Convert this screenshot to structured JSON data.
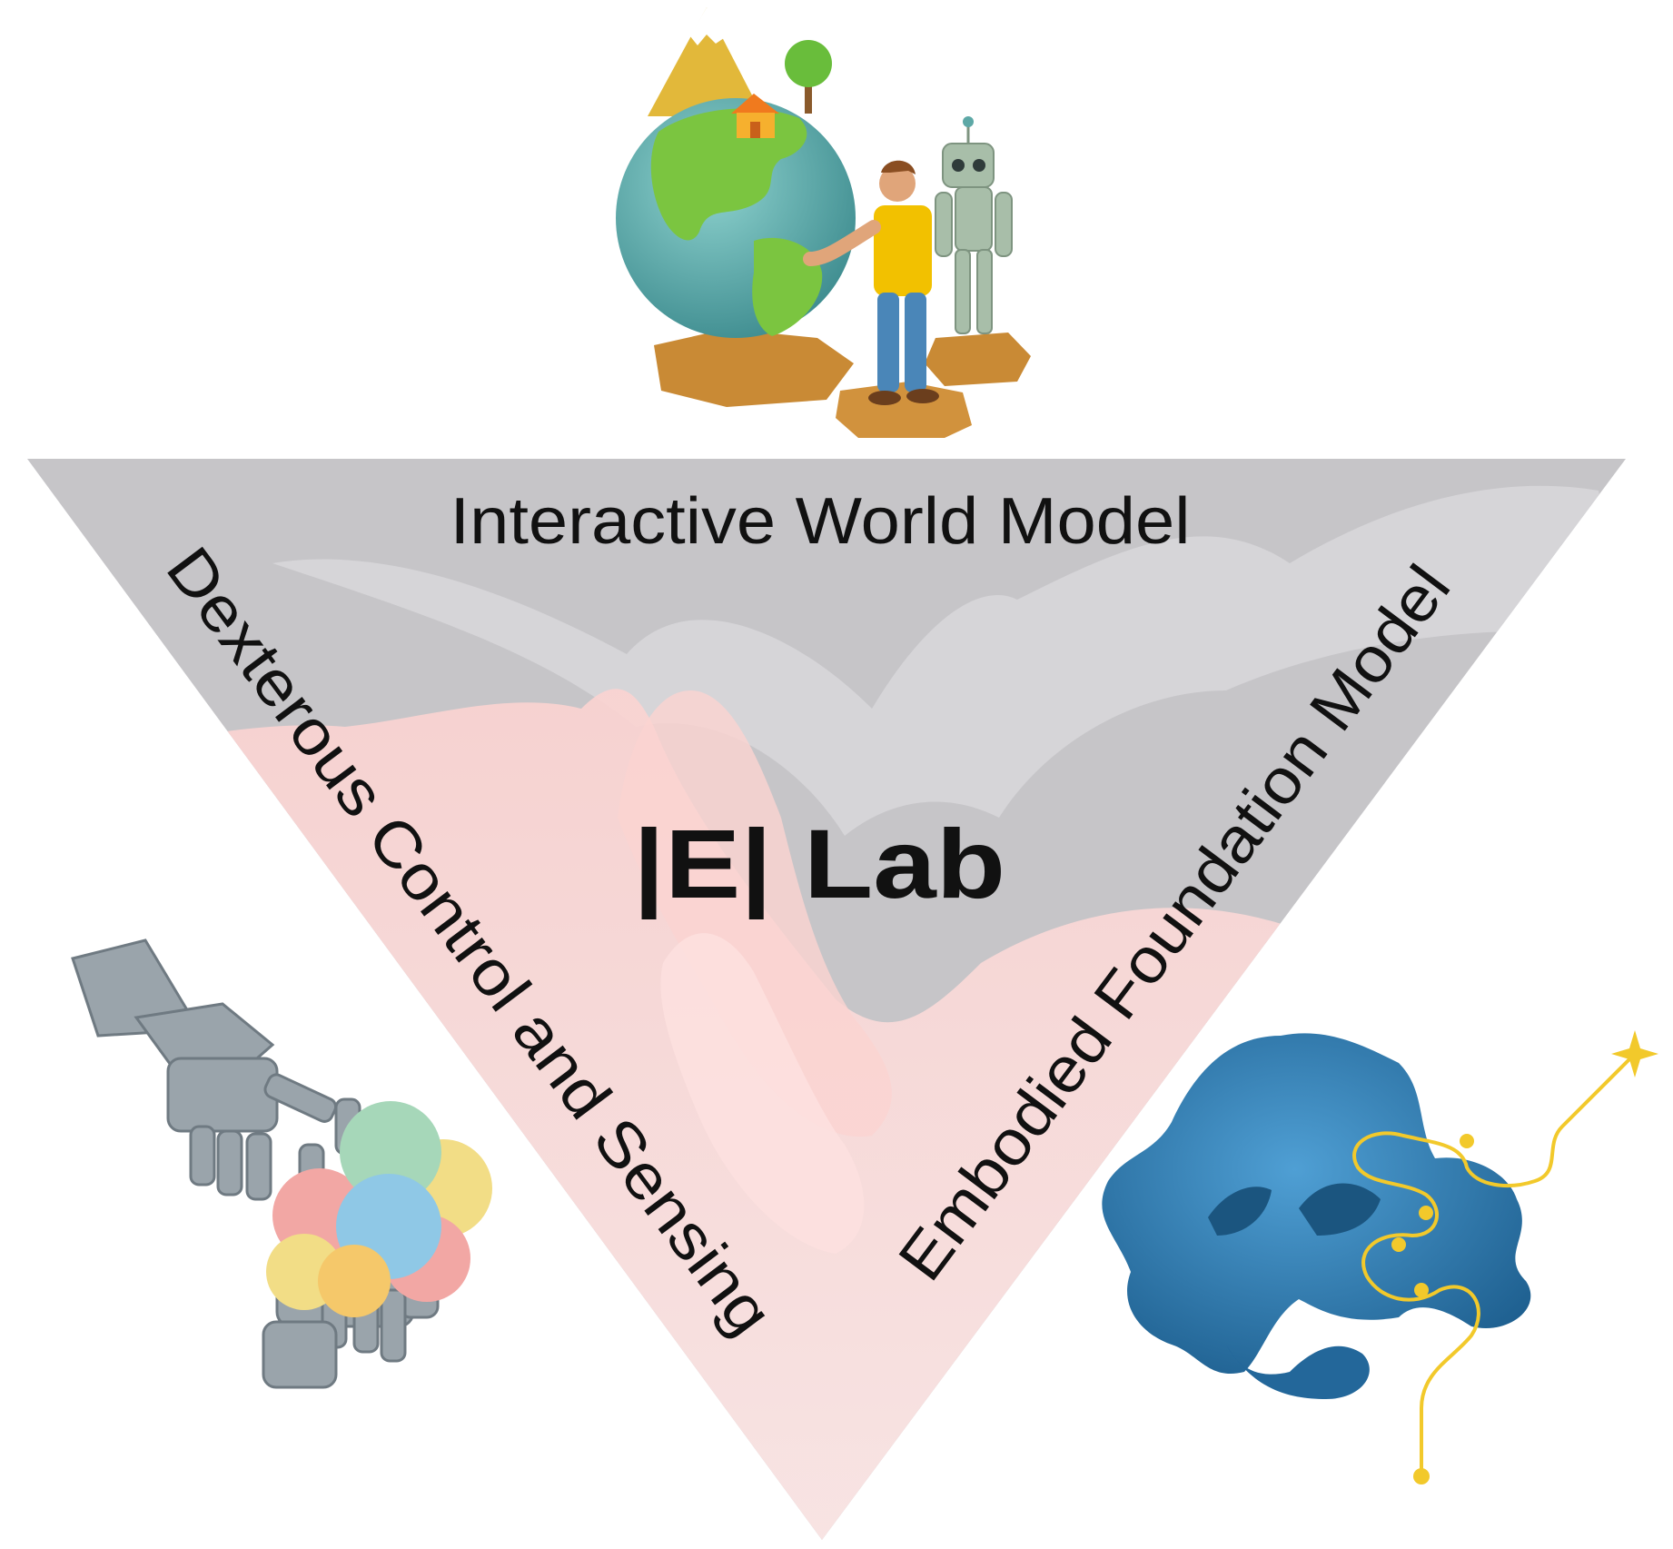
{
  "center_label": "|E| Lab",
  "top_edge_label": "Interactive World Model",
  "left_edge_label": "Dexterous Control and Sensing",
  "right_edge_label": "Embodied Foundation Model",
  "colors": {
    "triangle_gray": "#c6c5c8",
    "triangle_pink": "#fbd3d1",
    "globe_ocean": "#5fa9a8",
    "globe_land": "#7bc540",
    "surface_blue": "#2e7fb5",
    "path_yellow": "#f2c92b",
    "robot_hand_gray": "#9aa4ab"
  },
  "illustrations": {
    "top": "globe-with-person-and-robot-icon",
    "left": "robot-hand-holding-clay-balls-icon",
    "right": "loss-landscape-surface-with-path-icon"
  }
}
